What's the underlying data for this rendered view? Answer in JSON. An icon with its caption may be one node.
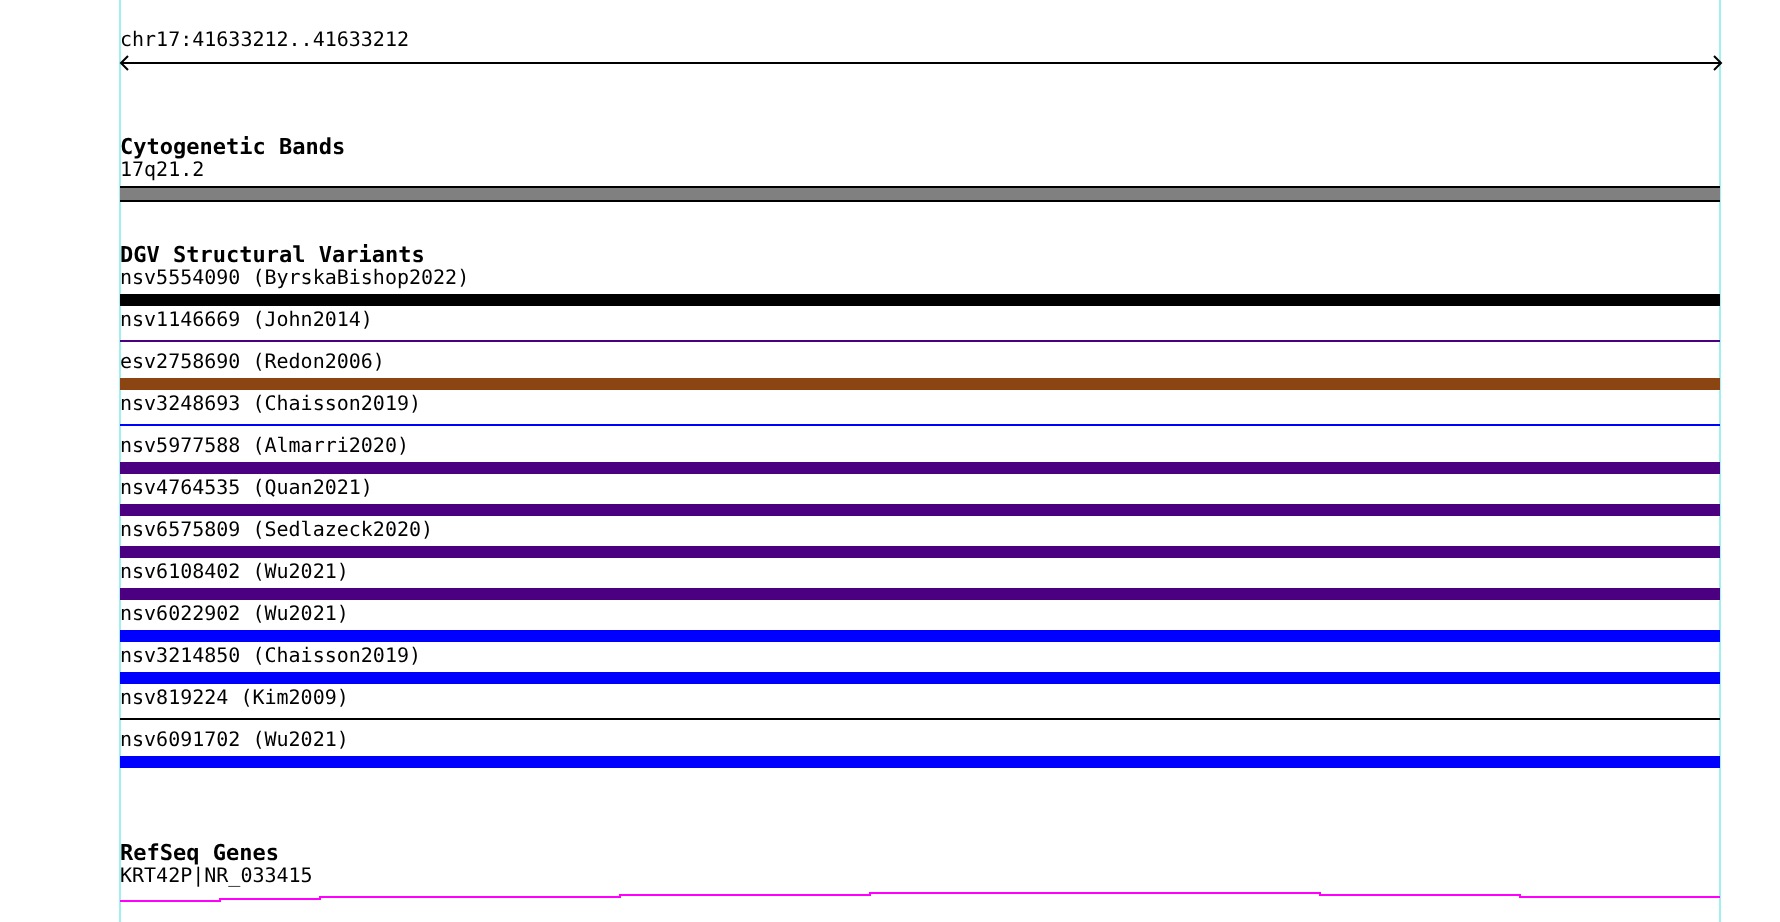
{
  "diagram": {
    "nodes": [
      {
        "text": [
          "Cytogenetic Bands"
        ]
      },
      {
        "text": [
          "17q21.2"
        ],
        "in": 0
      },
      {
        "text": [
          "DGV Structural Variants"
        ]
      },
      {
        "text": [
          "nsv5554090 (ByrskaBishop2022)"
        ],
        "in": 2
      },
      {
        "text": [
          "nsv1146669 (John2014)"
        ],
        "in": 2
      },
      {
        "text": [
          "esv2758690 (Redon2006)"
        ],
        "in": 2
      },
      {
        "text": [
          "nsv3248693 (Chaisson2019)"
        ],
        "in": 2
      },
      {
        "text": [
          "nsv5977588 (Almarri2020)"
        ],
        "in": 2
      },
      {
        "text": [
          "nsv4764535 (Quan2021)"
        ],
        "in": 2
      },
      {
        "text": [
          "nsv6575809 (Sedlazeck2020)"
        ],
        "in": 2
      },
      {
        "text": [
          "nsv6108402 (Wu2021)"
        ],
        "in": 2
      },
      {
        "text": [
          "nsv6022902 (Wu2021)"
        ],
        "in": 2
      },
      {
        "text": [
          "nsv3214850 (Chaisson2019)"
        ],
        "in": 2
      },
      {
        "text": [
          "nsv819224 (Kim2009)"
        ],
        "in": 2
      },
      {
        "text": [
          "nsv6091702 (Wu2021)"
        ],
        "in": 2
      },
      {
        "text": [
          "RefSeq Genes"
        ]
      },
      {
        "text": [
          "KRT42P|NR_033415"
        ],
        "in": 15
      }
    ],
    "edges": [],
    "labels": [
      "chr17:41633212..41633212"
    ]
  }
}
